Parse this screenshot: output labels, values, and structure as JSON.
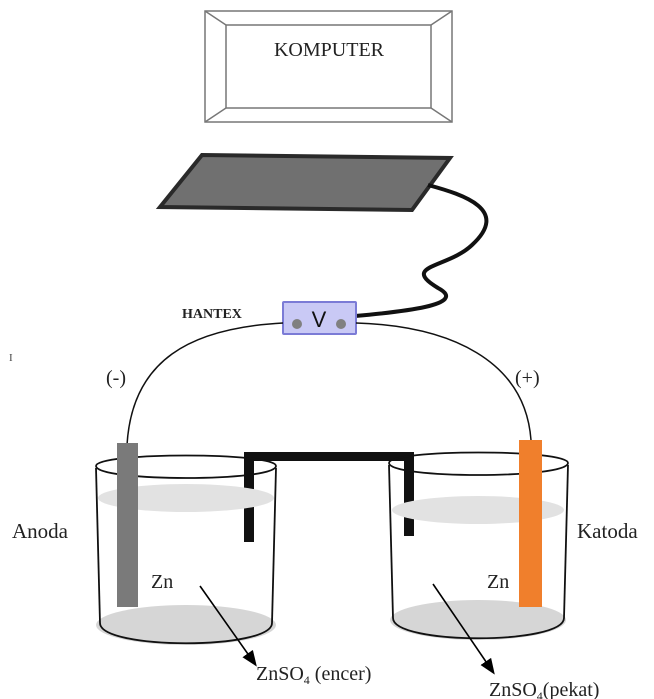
{
  "computer": {
    "label": "KOMPUTER"
  },
  "interface": {
    "label": "HANTEX"
  },
  "voltmeter": {
    "symbol": "V"
  },
  "polarity": {
    "negative": "(-)",
    "positive": "(+)"
  },
  "electrodes": {
    "anode_label": "Anoda",
    "cathode_label": "Katoda",
    "anode_metal": "Zn",
    "cathode_metal": "Zn"
  },
  "solutions": {
    "left": {
      "formula_main": "ZnSO",
      "formula_sub": "4",
      "condition": " (encer)"
    },
    "right": {
      "formula_main": "ZnSO",
      "formula_sub": "4",
      "condition": "(pekat)"
    }
  },
  "stray_mark": "I",
  "colors": {
    "interface_fill": "#c9c9f5",
    "interface_border": "#7b7bd6",
    "anode_fill": "#7a7a7a",
    "cathode_fill": "#f07f2c",
    "panel_fill": "#707070",
    "liquid_fill": "#d6d6d6"
  }
}
